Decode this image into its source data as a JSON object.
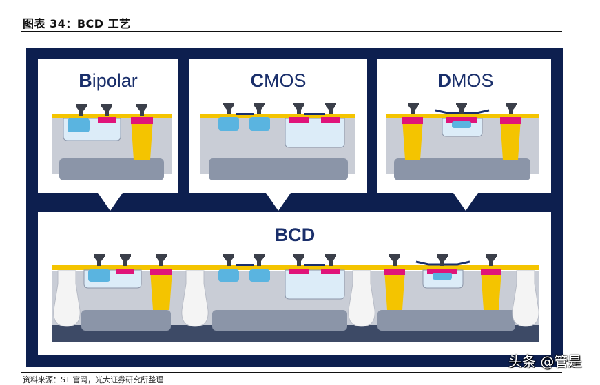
{
  "figure": {
    "title": "图表 34：BCD 工艺",
    "source": "资料来源：ST 官网，光大证券研究所整理",
    "watermark": "头条 @管是"
  },
  "panels": {
    "bipolar": {
      "first": "B",
      "rest": "ipolar"
    },
    "cmos": {
      "first": "C",
      "rest": "MOS"
    },
    "dmos": {
      "first": "D",
      "rest": "MOS"
    },
    "bcd": {
      "label": "BCD"
    }
  },
  "colors": {
    "frame": "#0d1f4f",
    "panel": "#ffffff",
    "substrate": "#c9cdd6",
    "buried_layer": "#8b95a8",
    "oxide": "#f4c400",
    "p_region": "#e0147a",
    "n_well": "#dcecf8",
    "cyan_region": "#5ab4e0",
    "contact": "#3b3f4a",
    "isolation": "#f4f4f4",
    "base_dark": "#3d4a66"
  }
}
